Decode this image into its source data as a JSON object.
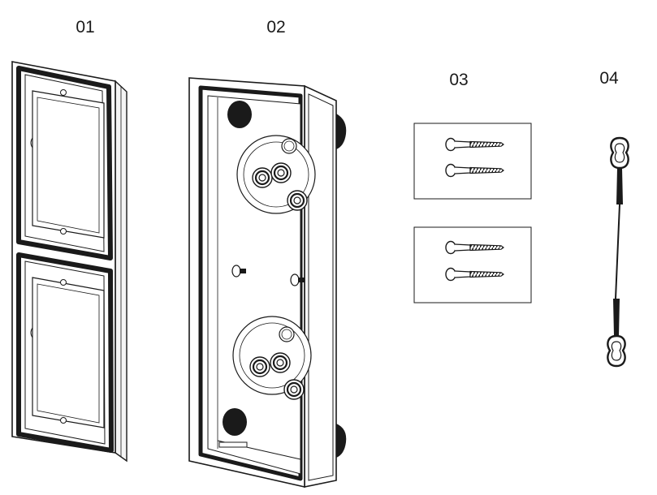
{
  "diagram": {
    "parts": [
      {
        "number": "01"
      },
      {
        "number": "02"
      },
      {
        "number": "03"
      },
      {
        "number": "04"
      }
    ]
  }
}
